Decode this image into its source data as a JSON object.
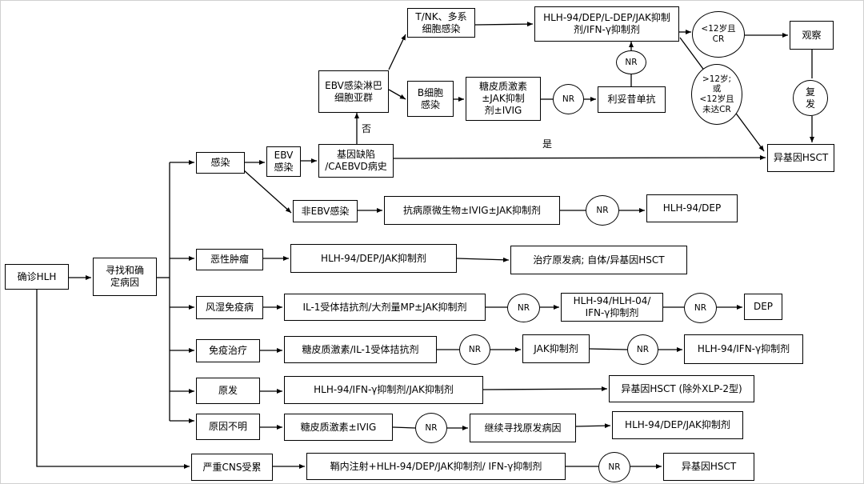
{
  "nodes": {
    "confirm_hlh": "确诊HLH",
    "find_cause": "寻找和确\n定病因",
    "infection": "感染",
    "ebv": "EBV\n感染",
    "genetic_defect": "基因缺陷\n/CAEBVD病史",
    "ebv_subgroup": "EBV感染淋巴\n细胞亚群",
    "tnk_infection": "T/NK、多系\n细胞感染",
    "b_infection": "B细胞\n感染",
    "hlh94_ldep": "HLH-94/DEP/L-DEP/JAK抑制\n剂/IFN-γ抑制剂",
    "age_cr": "<12岁且\nCR",
    "observe": "观察",
    "age_nocr": ">12岁;\n或\n<12岁且\n未达CR",
    "relapse": "复\n发",
    "steroid_jak_ivig": "糖皮质激素\n±JAK抑制\n剂±IVIG",
    "rituximab": "利妥昔单抗",
    "allo_hsct_top": "异基因HSCT",
    "non_ebv": "非EBV感染",
    "antimicrobial": "抗病原微生物±IVIG±JAK抑制剂",
    "hlh94_dep_nonebv": "HLH-94/DEP",
    "malignancy": "恶性肿瘤",
    "hlh94_dep_jak": "HLH-94/DEP/JAK抑制剂",
    "treat_primary": "治疗原发病; 自体/异基因HSCT",
    "rheum": "风湿免疫病",
    "il1_mp_jak": "IL-1受体拮抗剂/大剂量MP±JAK抑制剂",
    "hlh94_hlh04": "HLH-94/HLH-04/\nIFN-γ抑制剂",
    "dep": "DEP",
    "immunotherapy": "免疫治疗",
    "steroid_il1": "糖皮质激素/IL-1受体拮抗剂",
    "jak_inhibitor": "JAK抑制剂",
    "hlh94_ifng": "HLH-94/IFN-γ抑制剂",
    "primary": "原发",
    "hlh94_ifng_jak": "HLH-94/IFN-γ抑制剂/JAK抑制剂",
    "allo_hsct_xlp": "异基因HSCT (除外XLP-2型)",
    "unknown": "原因不明",
    "steroid_ivig": "糖皮质激素±IVIG",
    "continue_search": "继续寻找原发病因",
    "hlh94_dep_jak_unknown": "HLH-94/DEP/JAK抑制剂",
    "cns": "严重CNS受累",
    "intrathecal": "鞘内注射+HLH-94/DEP/JAK抑制剂/ IFN-γ抑制剂",
    "allo_hsct_cns": "异基因HSCT"
  },
  "nr_label": "NR",
  "edge_labels": {
    "no": "否",
    "yes": "是"
  }
}
